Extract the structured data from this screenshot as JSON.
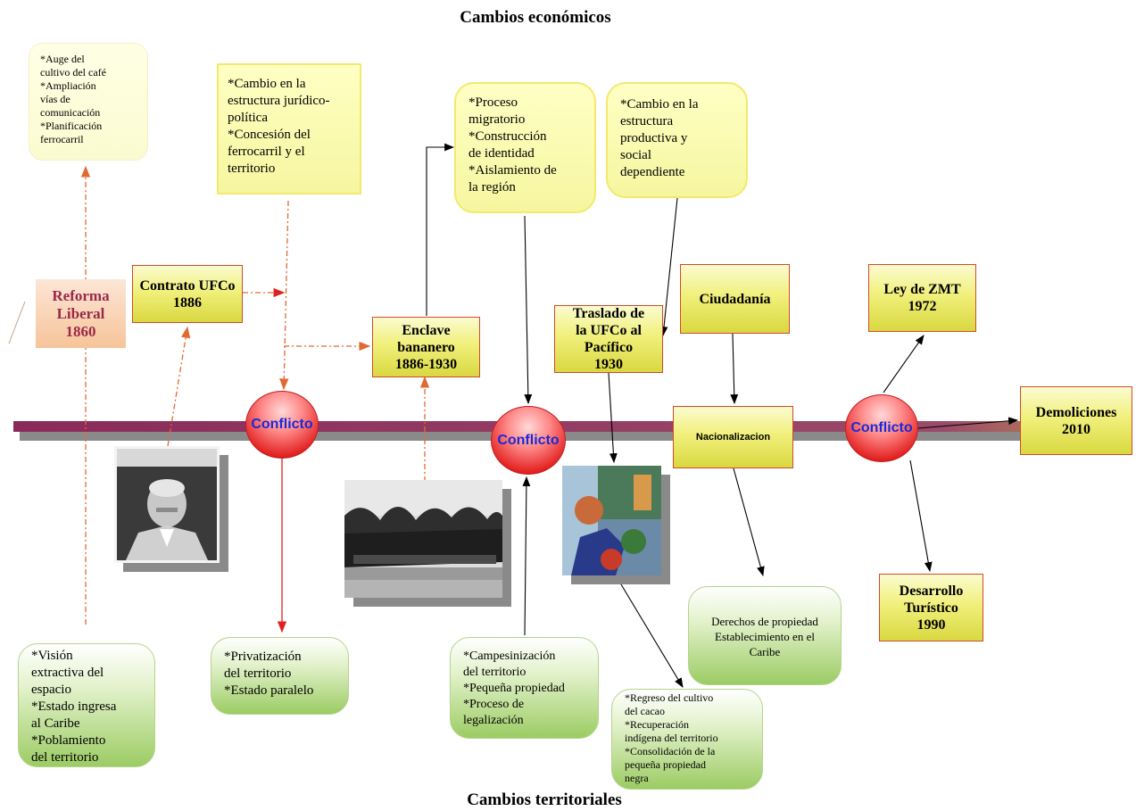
{
  "headings": {
    "top": "Cambios económicos",
    "bottom": "Cambios territoriales"
  },
  "reforma": "Reforma\nLiberal\n1860",
  "events": {
    "contrato": "Contrato UFCo\n1886",
    "enclave": "Enclave\nbananero\n1886-1930",
    "traslado": "Traslado de\nla UFCo al\nPacífico\n1930",
    "ciudadania": "Ciudadanía",
    "nacionalizacion": "Nacionalizacion",
    "ley_zmt": "Ley de ZMT\n1972",
    "demoliciones": "Demoliciones\n2010",
    "desarrollo": "Desarrollo\nTurístico\n1990"
  },
  "conflict_label": "Conflicto",
  "economic_boxes": {
    "cafe": "*Auge del\ncultivo del  café\n*Ampliación\n vías de\ncomunicación\n*Planificación\nferrocarril",
    "juridico": "*Cambio en la\nestructura jurídico-\npolítica\n*Concesión del\nferrocarril y el\nterritorio",
    "migratorio": "*Proceso\nmigratorio\n*Construcción\nde identidad\n*Aislamiento de\nla región",
    "productiva": "*Cambio en la\nestructura\nproductiva y\nsocial\ndependiente"
  },
  "territorial_boxes": {
    "vision": "*Visión\nextractiva del\nespacio\n*Estado ingresa\nal Caribe\n*Poblamiento\ndel territorio",
    "privatizacion": "*Privatización\ndel territorio\n*Estado paralelo",
    "campesinizacion": "*Campesinización\ndel territorio\n*Pequeña propiedad\n*Proceso de\nlegalización",
    "cacao": "*Regreso del cultivo\ndel cacao\n*Recuperación\nindígena del territorio\n*Consolidación de la\npequeña propiedad\nnegra",
    "derechos": "Derechos de propiedad\nEstablecimiento en el\nCaribe"
  },
  "colors": {
    "timeline": "#8a3a6a",
    "timeline_shadow": "#8a8a8a",
    "arrow_orange": "#e06a30",
    "arrow_red": "#e02020",
    "conflict_text": "#1a2ad8",
    "reform_text": "#9a2a4a"
  },
  "icons": {
    "portrait": "portrait-photo",
    "plantation": "plantation-photo",
    "painting": "painting-photo"
  }
}
